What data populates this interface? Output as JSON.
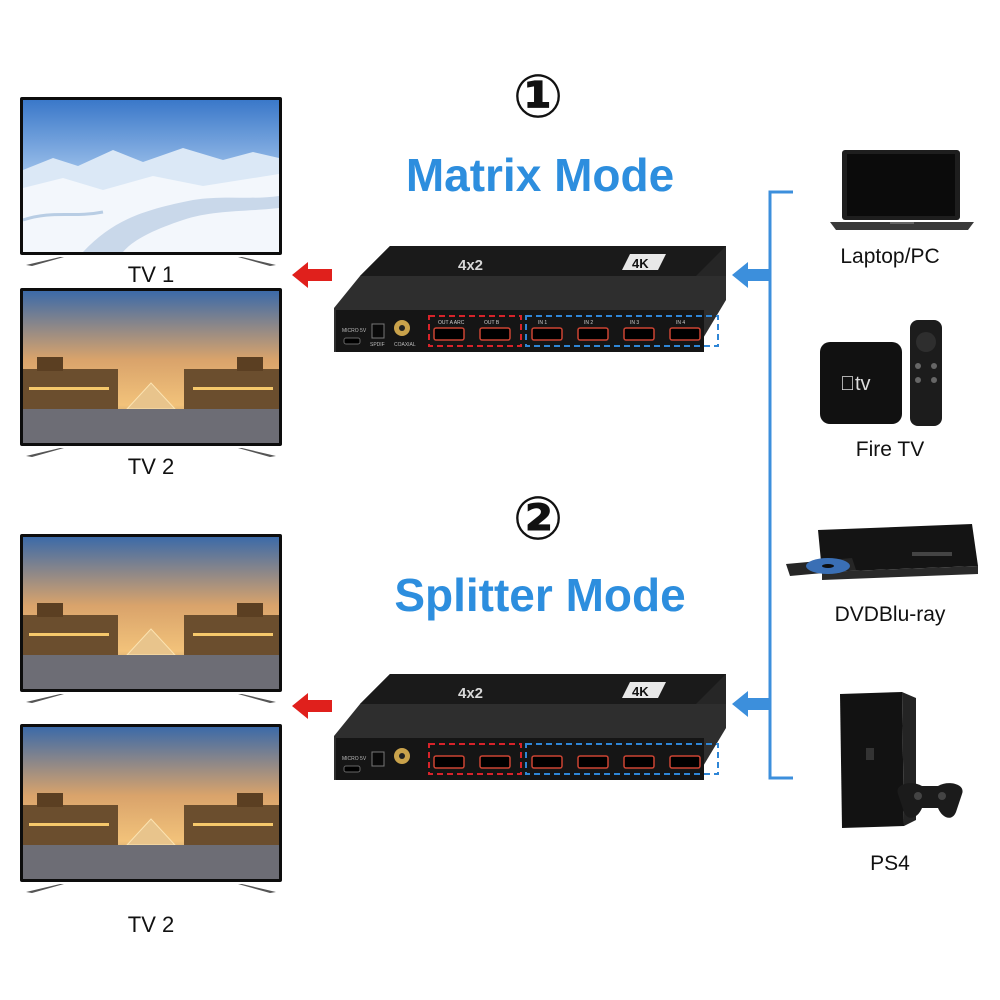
{
  "matrix": {
    "number": "①",
    "title": "Matrix Mode",
    "tvs": [
      {
        "label": "TV 1",
        "scene": "snow"
      },
      {
        "label": "TV 2",
        "scene": "louvre"
      }
    ]
  },
  "splitter": {
    "number": "②",
    "title": "Splitter Mode",
    "tvs": [
      {
        "label": "",
        "scene": "louvre"
      },
      {
        "label": "TV 2",
        "scene": "louvre"
      }
    ]
  },
  "device": {
    "brand_mark": "4K",
    "model": "4x2",
    "ports": {
      "micro": "MICRO 5V",
      "spdif": "SPDIF",
      "coaxial": "COAXIAL",
      "out_a": "OUT A ARC",
      "out_b": "OUT B",
      "in1": "IN 1",
      "in2": "IN 2",
      "in3": "IN 3",
      "in4": "IN 4"
    }
  },
  "sources": [
    {
      "label": "Laptop/PC",
      "icon": "laptop-icon"
    },
    {
      "label": "Fire TV",
      "icon": "fire-tv-icon"
    },
    {
      "label": "DVDBlu-ray",
      "icon": "bluray-player-icon"
    },
    {
      "label": "PS4",
      "icon": "ps4-icon"
    }
  ],
  "colors": {
    "accent_blue": "#2d8ede",
    "line_blue": "#3c8fdc",
    "arrow_red": "#e0201c",
    "out_box": "#d8232a",
    "in_box": "#2f86d6"
  }
}
